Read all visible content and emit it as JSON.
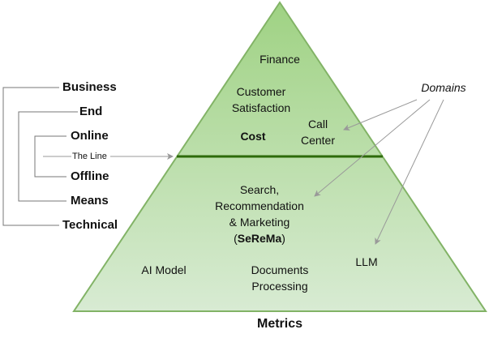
{
  "colors": {
    "pyramid_top": "#9fd283",
    "pyramid_bottom": "#d8ebd3",
    "pyramid_stroke": "#82b366",
    "divider": "#2d6a0a",
    "connector": "#999999",
    "text": "#111111"
  },
  "hierarchy": {
    "business": "Business",
    "end": "End",
    "online": "Online",
    "the_line": "The Line",
    "offline": "Offline",
    "means": "Means",
    "technical": "Technical"
  },
  "pyramid": {
    "finance": "Finance",
    "customer_satisfaction": [
      "Customer",
      "Satisfaction"
    ],
    "cost": "Cost",
    "call_center": [
      "Call",
      "Center"
    ],
    "serema": {
      "line1": "Search,",
      "line2": "Recommendation",
      "line3": "& Marketing",
      "open_paren": "(",
      "acronym": "SeReMa",
      "close_paren": ")"
    },
    "ai_model": "AI Model",
    "documents_processing": [
      "Documents",
      "Processing"
    ],
    "llm": "LLM"
  },
  "domains_label": "Domains",
  "metrics_label": "Metrics"
}
